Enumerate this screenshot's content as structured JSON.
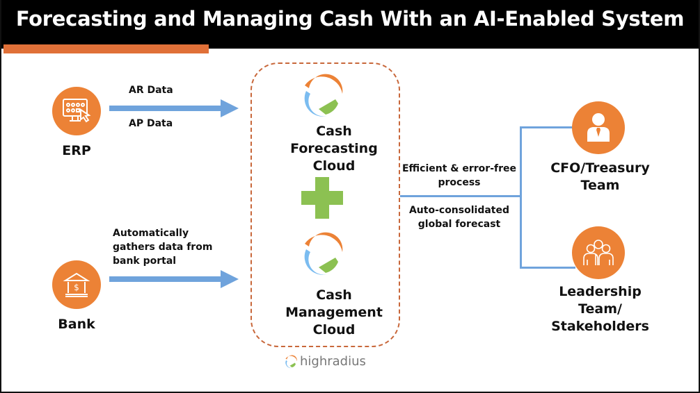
{
  "title": "Forecasting and Managing Cash With an AI-Enabled System",
  "sources": {
    "erp": "ERP",
    "bank": "Bank"
  },
  "arrows": {
    "ar": "AR Data",
    "ap": "AP Data",
    "bank_text": [
      "Automatically",
      "gathers data from",
      "bank portal"
    ]
  },
  "products": {
    "forecasting": [
      "Cash",
      "Forecasting",
      "Cloud"
    ],
    "management": [
      "Cash",
      "Management",
      "Cloud"
    ]
  },
  "outputs": {
    "efficient": [
      "Efficient & error-free",
      "process"
    ],
    "consolidated": [
      "Auto-consolidated",
      "global forecast"
    ]
  },
  "targets": {
    "cfo": [
      "CFO/Treasury",
      "Team"
    ],
    "leadership": [
      "Leadership",
      "Team/",
      "Stakeholders"
    ]
  },
  "brand": "highradius",
  "colors": {
    "orange": "#ec8236",
    "blue": "#6fa3dc",
    "green": "#8cc152"
  }
}
